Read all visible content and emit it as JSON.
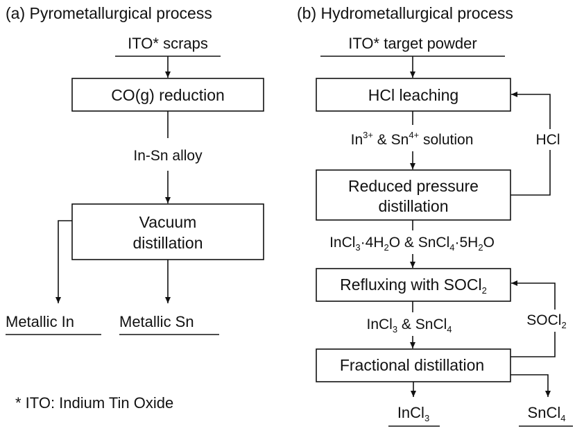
{
  "left": {
    "title": "(a) Pyrometallurgical process",
    "input": "ITO* scraps",
    "step1": "CO(g) reduction",
    "intermediate": "In-Sn alloy",
    "step2_line1": "Vacuum",
    "step2_line2": "distillation",
    "product1": "Metallic In",
    "product2": "Metallic Sn",
    "footnote": "* ITO: Indium Tin Oxide"
  },
  "right": {
    "title": "(b) Hydrometallurgical process",
    "input": "ITO* target powder",
    "step1": "HCl leaching",
    "recycle_hcl": "HCl",
    "solution": {
      "a": "In",
      "a_sup": "3+",
      "amp": " & ",
      "b": "Sn",
      "b_sup": "4+",
      "rest": " solution"
    },
    "step2_line1": "Reduced pressure",
    "step2_line2": "distillation",
    "hydrates": {
      "p1": "InCl",
      "s1": "3",
      "p2": "·4H",
      "s2": "2",
      "p3": "O & SnCl",
      "s3": "4",
      "p4": "·5H",
      "s4": "2",
      "p5": "O"
    },
    "step3": {
      "text": "Refluxing with SOCl",
      "sub": "2"
    },
    "recycle_socl": {
      "text": "SOCl",
      "sub": "2"
    },
    "chlorides": {
      "p1": "InCl",
      "s1": "3",
      "p2": " & SnCl",
      "s2": "4"
    },
    "step4": "Fractional distillation",
    "product1": {
      "text": "InCl",
      "sub": "3"
    },
    "product2": {
      "text": "SnCl",
      "sub": "4"
    }
  }
}
